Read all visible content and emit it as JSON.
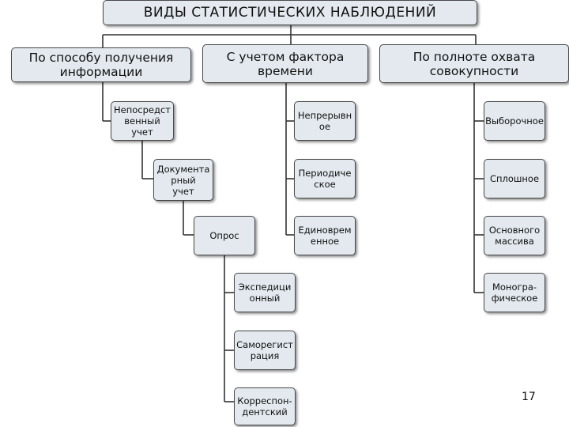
{
  "diagram": {
    "title": "ВИДЫ  СТАТИСТИЧЕСКИХ НАБЛЮДЕНИЙ",
    "categories": [
      {
        "label": "По способу получения\nинформации",
        "items": [
          "Непосредст\nвенный\nучет",
          "Документа\nрный\nучет",
          "Опрос"
        ],
        "subitems": [
          "Экспедици\nонный",
          "Саморегист\nрация",
          "Корреспон-\nдентский"
        ]
      },
      {
        "label": "С учетом фактора\nвремени",
        "items": [
          "Непрерывн\nое",
          "Периодиче\nское",
          "Единоврем\nенное"
        ]
      },
      {
        "label": "По полноте охвата\nсовокупности",
        "items": [
          "Выборочное",
          "Сплошное",
          "Основного\nмассива",
          "Моногра-\nфическое"
        ]
      }
    ]
  },
  "page_number": "17"
}
